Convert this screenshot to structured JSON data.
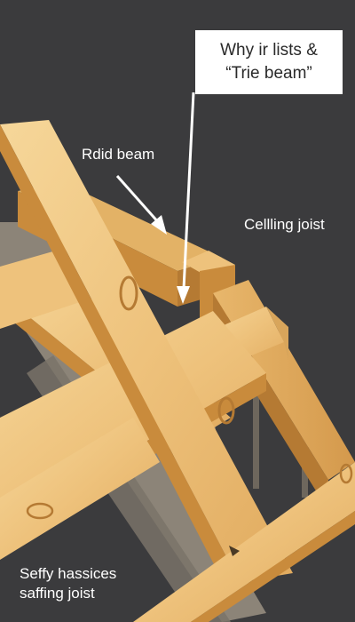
{
  "callout": {
    "line1": "Why ir lists &",
    "line2": "“Trie beam”"
  },
  "labels": {
    "ridge_beam": "Rdid beam",
    "ceiling_joist": "Cellling joist",
    "bottom_line1": "Seffy hassices",
    "bottom_line2": "saffing joist"
  },
  "colors": {
    "background": "#3b3b3d",
    "timber_light": "#f3cf8c",
    "timber_mid": "#e3b266",
    "timber_dark": "#c98b3c",
    "shadow_member": "#8c8478"
  }
}
